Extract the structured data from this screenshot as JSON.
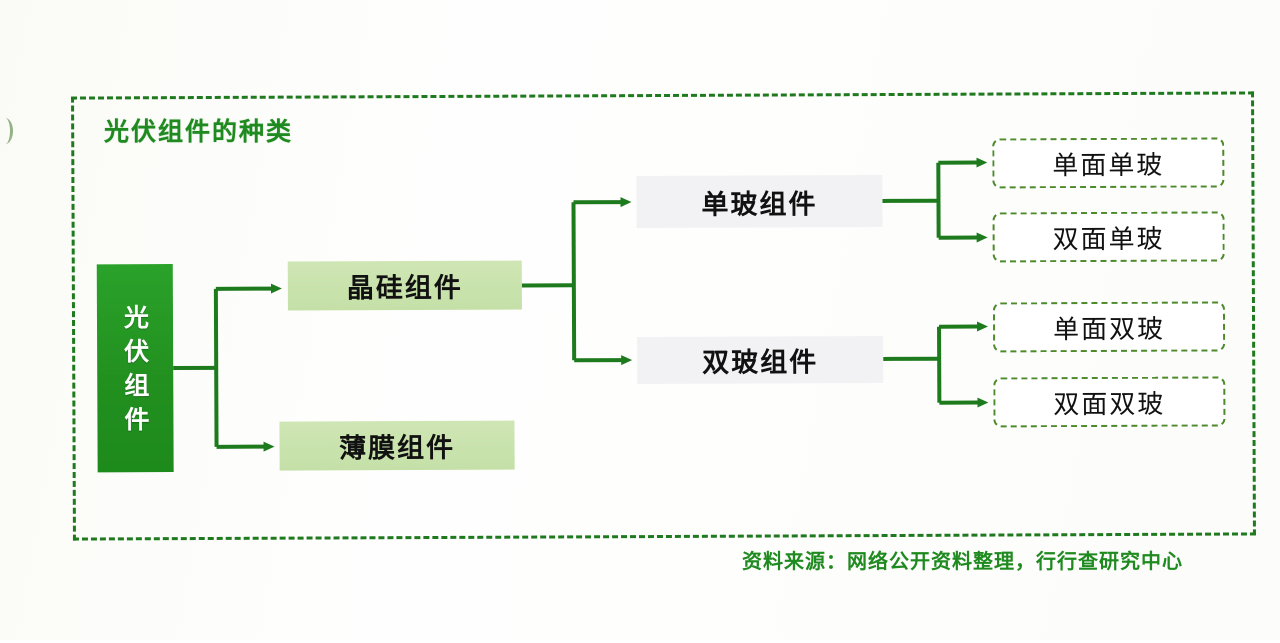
{
  "title": "光伏组件的种类",
  "colors": {
    "frame_border": "#1f7a1f",
    "title_green": "#1f8a1f",
    "root_fill": "#22901f",
    "level2_fill": "#c8e2ab",
    "level3_fill": "#f2f2f4",
    "leaf_border": "#4c8a2b",
    "connector": "#1d7a1d",
    "footer_green": "#1f8a1f"
  },
  "tree": {
    "root": {
      "label": "光伏组件"
    },
    "level2": [
      {
        "label": "晶硅组件"
      },
      {
        "label": "薄膜组件"
      }
    ],
    "level3": [
      {
        "label": "单玻组件"
      },
      {
        "label": "双玻组件"
      }
    ],
    "leaves": [
      {
        "label": "单面单玻"
      },
      {
        "label": "双面单玻"
      },
      {
        "label": "单面双玻"
      },
      {
        "label": "双面双玻"
      }
    ]
  },
  "footer": {
    "source": "资料来源：网络公开资料整理，行行查研究中心"
  },
  "chart_data": {
    "type": "diagram",
    "title": "光伏组件的种类",
    "structure": "hierarchy / tree",
    "orientation": "left-to-right",
    "nodes": [
      {
        "id": "root",
        "label": "光伏组件",
        "level": 1
      },
      {
        "id": "jingui",
        "label": "晶硅组件",
        "level": 2
      },
      {
        "id": "bomo",
        "label": "薄膜组件",
        "level": 2
      },
      {
        "id": "danbo",
        "label": "单玻组件",
        "level": 3
      },
      {
        "id": "shuangbo",
        "label": "双玻组件",
        "level": 3
      },
      {
        "id": "dmdb",
        "label": "单面单玻",
        "level": 4
      },
      {
        "id": "smdb",
        "label": "双面单玻",
        "level": 4
      },
      {
        "id": "dmsb",
        "label": "单面双玻",
        "level": 4
      },
      {
        "id": "smsb",
        "label": "双面双玻",
        "level": 4
      }
    ],
    "edges": [
      {
        "from": "root",
        "to": "jingui"
      },
      {
        "from": "root",
        "to": "bomo"
      },
      {
        "from": "jingui",
        "to": "danbo"
      },
      {
        "from": "jingui",
        "to": "shuangbo"
      },
      {
        "from": "danbo",
        "to": "dmdb"
      },
      {
        "from": "danbo",
        "to": "smdb"
      },
      {
        "from": "shuangbo",
        "to": "dmsb"
      },
      {
        "from": "shuangbo",
        "to": "smsb"
      }
    ],
    "annotations": [
      "资料来源：网络公开资料整理，行行查研究中心"
    ]
  }
}
